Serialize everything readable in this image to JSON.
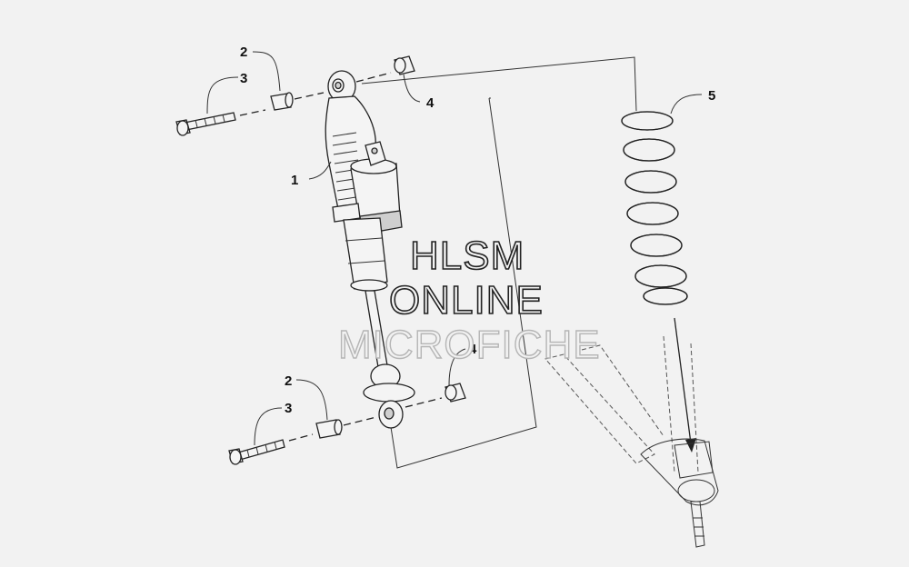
{
  "diagram": {
    "callouts": [
      {
        "id": "c1",
        "label": "1"
      },
      {
        "id": "c2a",
        "label": "2"
      },
      {
        "id": "c3a",
        "label": "3"
      },
      {
        "id": "c4a",
        "label": "4"
      },
      {
        "id": "c5",
        "label": "5"
      },
      {
        "id": "c2b",
        "label": "2"
      },
      {
        "id": "c3b",
        "label": "3"
      },
      {
        "id": "c4b",
        "label": "4"
      }
    ]
  },
  "watermark": {
    "line1": "HLSM",
    "line2": "ONLINE",
    "line3": "MICROFICHE"
  }
}
